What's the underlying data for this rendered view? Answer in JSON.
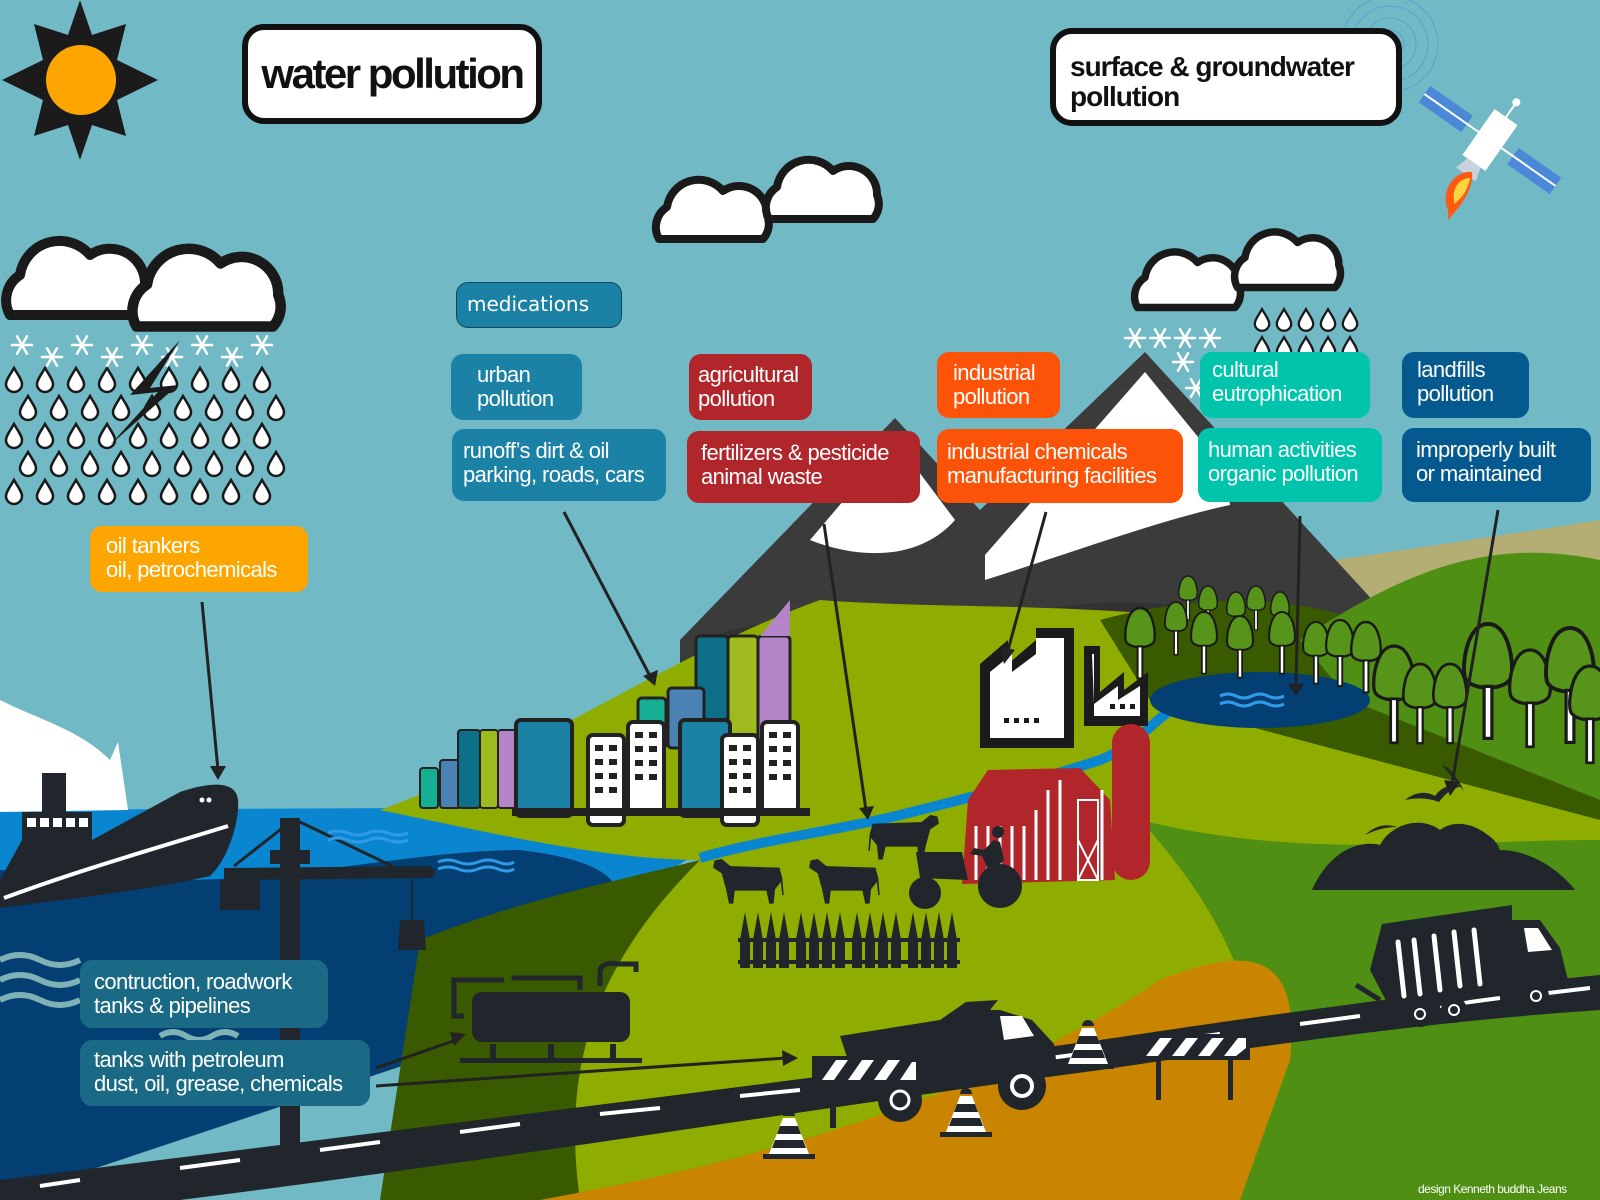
{
  "titles": {
    "main": "water pollution",
    "sub_line1": "surface & groundwater",
    "sub_line2": "pollution"
  },
  "labels": {
    "medications": {
      "line1": "medications",
      "color": "#1b82a5"
    },
    "urban": {
      "line1": "urban",
      "line2": "pollution",
      "color": "#1b82a5"
    },
    "urban_detail": {
      "line1": "runoff’s dirt & oil",
      "line2": "parking, roads, cars",
      "color": "#1b82a5"
    },
    "agricultural": {
      "line1": "agricultural",
      "line2": "pollution",
      "color": "#b0262b"
    },
    "agricultural_detail": {
      "line1": "fertilizers & pesticide",
      "line2": "animal waste",
      "color": "#b0262b"
    },
    "industrial": {
      "line1": "industrial",
      "line2": "pollution",
      "color": "#fd5309"
    },
    "industrial_detail": {
      "line1": "industrial chemicals",
      "line2": "manufacturing facilities",
      "color": "#fd5309"
    },
    "cultural": {
      "line1": "cultural",
      "line2": "eutrophication",
      "color": "#00c4ab"
    },
    "cultural_detail": {
      "line1": "human activities",
      "line2": "organic pollution",
      "color": "#00c4ab"
    },
    "landfills": {
      "line1": "landfills",
      "line2": "pollution",
      "color": "#04598f"
    },
    "landfills_detail": {
      "line1": "improperly built",
      "line2": "or maintained",
      "color": "#04598f"
    },
    "oil": {
      "line1": "oil tankers",
      "line2": "oil, petrochemicals",
      "color": "#fda601"
    },
    "construction": {
      "line1": "contruction, roadwork",
      "line2": "tanks & pipelines",
      "color": "#1a6a85"
    },
    "tanks": {
      "line1": "tanks with petroleum",
      "line2": "dust, oil, grease, chemicals",
      "color": "#1a6a85"
    }
  },
  "icons": [
    "sun-icon",
    "cloud-icon",
    "rain-icon",
    "snowflake-icon",
    "lightning-icon",
    "satellite-icon",
    "mountain-icon",
    "city-icon",
    "factory-icon",
    "barn-icon",
    "cow-icon",
    "tractor-icon",
    "fence-icon",
    "ship-icon",
    "crane-icon",
    "iceberg-icon",
    "tank-icon",
    "dump-truck-icon",
    "garbage-truck-icon",
    "traffic-cone-icon",
    "road-barrier-icon",
    "landfill-icon",
    "bird-icon",
    "tree-icon",
    "lake-icon",
    "river-icon",
    "road-icon",
    "arrow-icon"
  ],
  "colors": {
    "sky": "#72b9c6",
    "sea_light": "#0a86d0",
    "sea_dark": "#033f73",
    "grass_light": "#8fac00",
    "grass_mid": "#4f8f14",
    "grass_dark": "#3a5a00",
    "dirt": "#c98500",
    "road": "#20262b",
    "mountain": "#3b3b3b",
    "sun": "#fda601"
  },
  "credit": "design Kenneth buddha Jeans"
}
